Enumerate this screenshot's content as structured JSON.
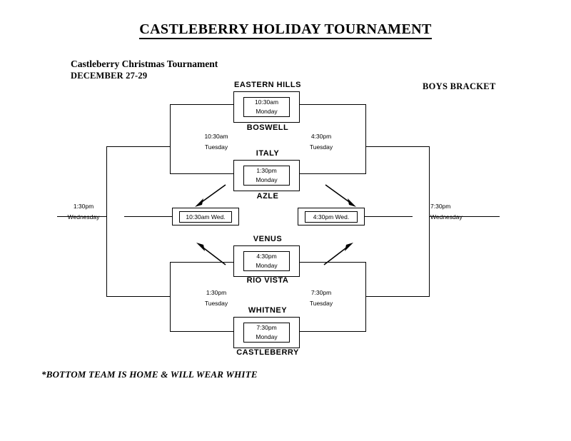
{
  "header": {
    "title": "CASTLEBERRY HOLIDAY TOURNAMENT",
    "subtitle": "Castleberry Christmas Tournament",
    "dates": "DECEMBER 27-29",
    "bracket_label": "BOYS BRACKET"
  },
  "footnote": "*BOTTOM TEAM IS HOME & WILL WEAR WHITE",
  "games": [
    {
      "top_team": "EASTERN HILLS",
      "bottom_team": "BOSWELL",
      "time": "10:30am",
      "day": "Monday"
    },
    {
      "top_team": "ITALY",
      "bottom_team": "AZLE",
      "time": "1:30pm",
      "day": "Monday"
    },
    {
      "top_team": "VENUS",
      "bottom_team": "RIO VISTA",
      "time": "4:30pm",
      "day": "Monday"
    },
    {
      "top_team": "WHITNEY",
      "bottom_team": "CASTLEBERRY",
      "time": "7:30pm",
      "day": "Monday"
    }
  ],
  "semifinals": [
    {
      "position": "upper-left",
      "time": "10:30am",
      "day": "Tuesday"
    },
    {
      "position": "upper-right",
      "time": "4:30pm",
      "day": "Tuesday"
    },
    {
      "position": "lower-left",
      "time": "1:30pm",
      "day": "Tuesday"
    },
    {
      "position": "lower-right",
      "time": "7:30pm",
      "day": "Tuesday"
    }
  ],
  "consolation": [
    {
      "position": "left",
      "label": "10:30am Wed."
    },
    {
      "position": "right",
      "label": "4:30pm Wed."
    }
  ],
  "finals": [
    {
      "position": "left",
      "time": "1:30pm",
      "day": "Wednesday"
    },
    {
      "position": "right",
      "time": "7:30pm",
      "day": "Wednesday"
    }
  ],
  "colors": {
    "ink": "#000000",
    "paper": "#ffffff"
  }
}
